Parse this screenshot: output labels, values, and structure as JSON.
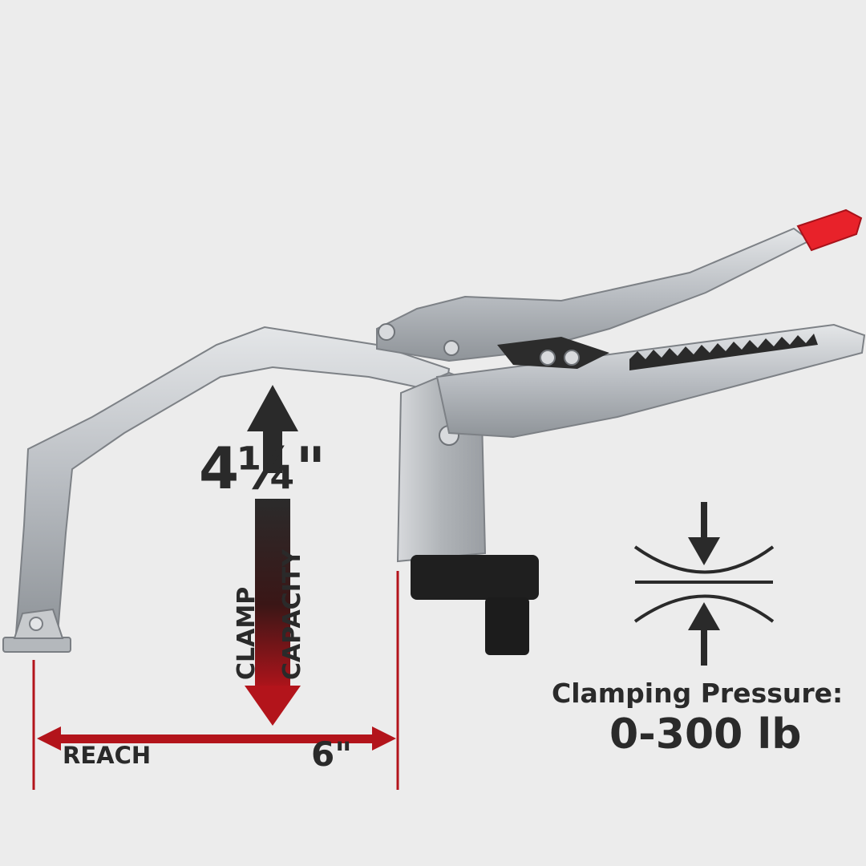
{
  "product": {
    "clamp_capacity_value": "4¼\"",
    "clamp_word": "CLAMP",
    "capacity_word": "CAPACITY",
    "reach_label": "REACH",
    "reach_value": "6\"",
    "pressure_label": "Clamping Pressure:",
    "pressure_value": "0-300 lb"
  },
  "icons": {
    "pressure": "compression-arrows-icon",
    "up_arrow": "up-arrow-icon",
    "down_arrow": "down-arrow-icon",
    "reach_arrow": "double-headed-horizontal-arrow-icon"
  },
  "colors": {
    "background": "#ececec",
    "accent_red": "#b3141b",
    "dark": "#2a2a2a",
    "metal": "#c9ccd0",
    "handle_tip": "#e8222a"
  }
}
